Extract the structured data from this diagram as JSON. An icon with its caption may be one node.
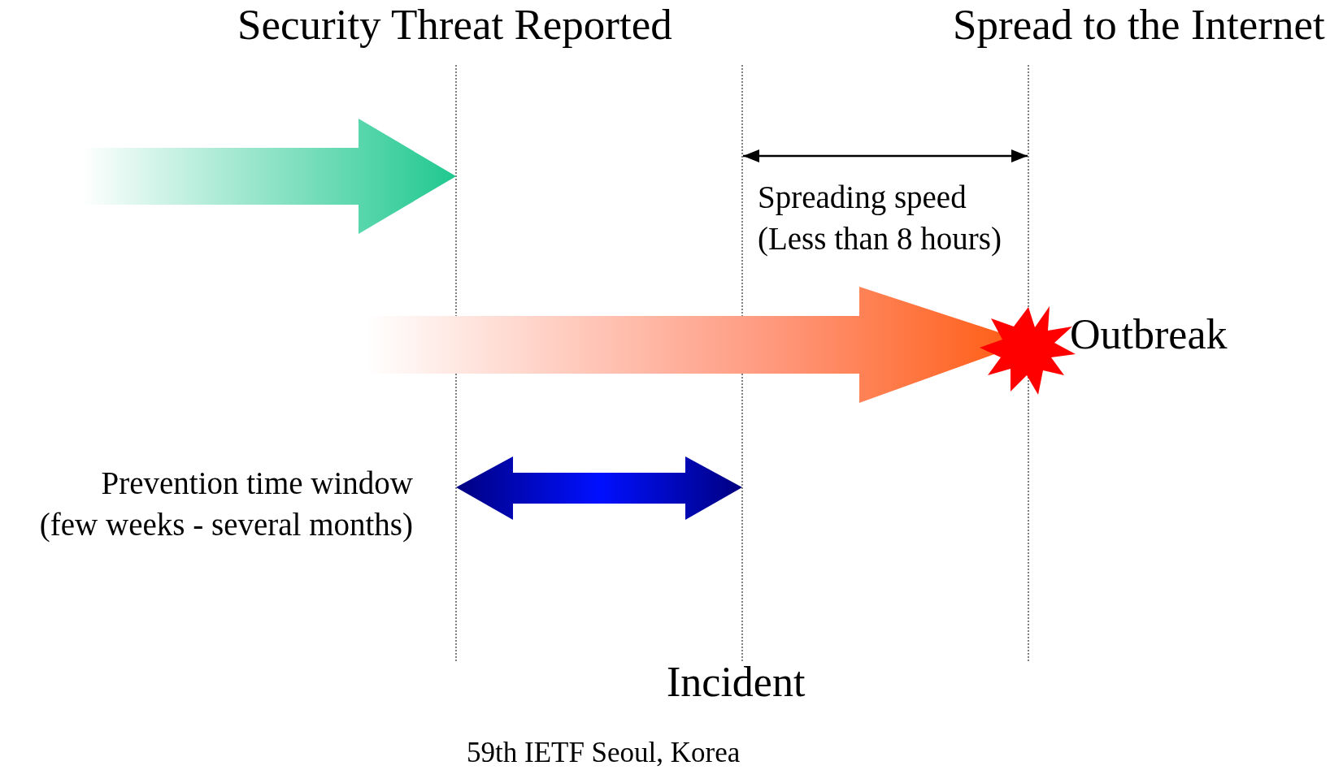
{
  "diagram": {
    "caption": "59th IETF Seoul, Korea",
    "labels": [
      "Security Threat Reported",
      "Spread to the Internet",
      "Spreading speed (Less than 8 hours)",
      "Outbreak",
      "Prevention time window (few weeks - several months)",
      "Incident"
    ]
  }
}
